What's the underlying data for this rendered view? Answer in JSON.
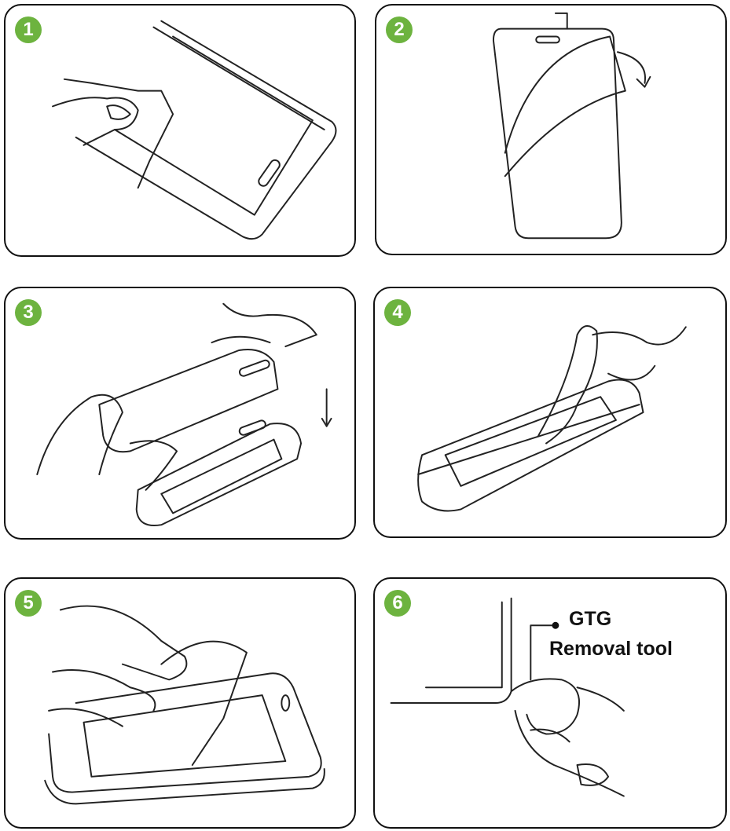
{
  "steps": [
    {
      "number": "1"
    },
    {
      "number": "2"
    },
    {
      "number": "3"
    },
    {
      "number": "4"
    },
    {
      "number": "5"
    },
    {
      "number": "6",
      "label_line1": "GTG",
      "label_line2": "Removal tool"
    }
  ],
  "colors": {
    "badge": "#6db33f",
    "outline": "#111111"
  }
}
